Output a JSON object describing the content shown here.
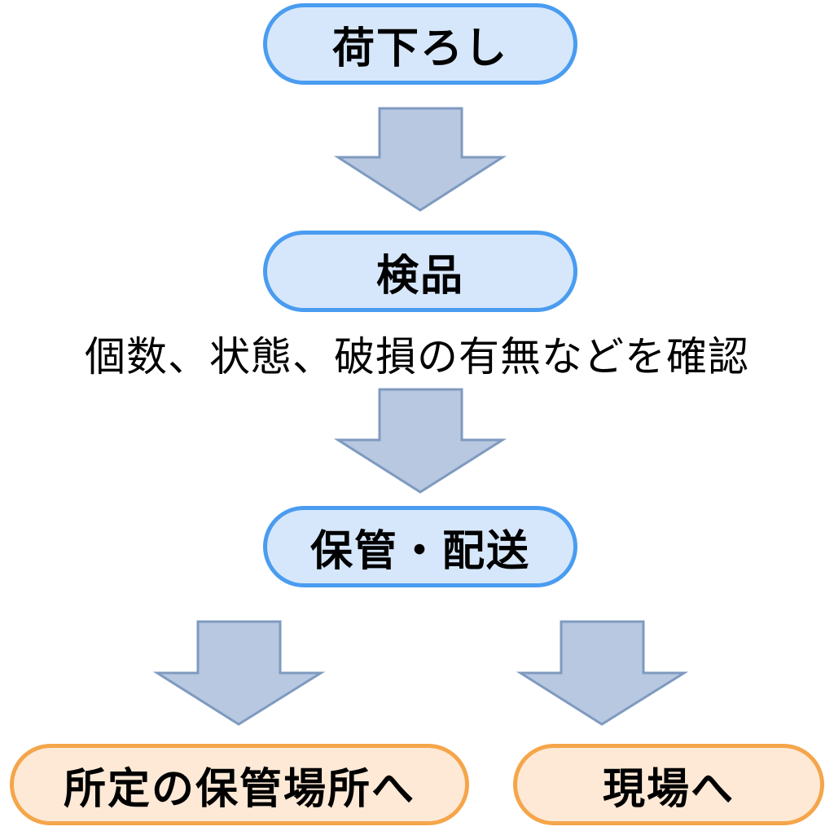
{
  "steps": {
    "unload": "荷下ろし",
    "inspect": "検品",
    "inspect_note": "個数、状態、破損の有無などを確認",
    "store_deliver": "保管・配送",
    "to_storage_place": "所定の保管場所へ",
    "to_site": "現場へ"
  },
  "colors": {
    "blue_fill": "#d6e7fb",
    "blue_border": "#4a9cf0",
    "orange_fill": "#fde9d6",
    "orange_border": "#f5a54a",
    "arrow_fill": "#b7c8e0",
    "arrow_stroke": "#7f9ac0"
  }
}
